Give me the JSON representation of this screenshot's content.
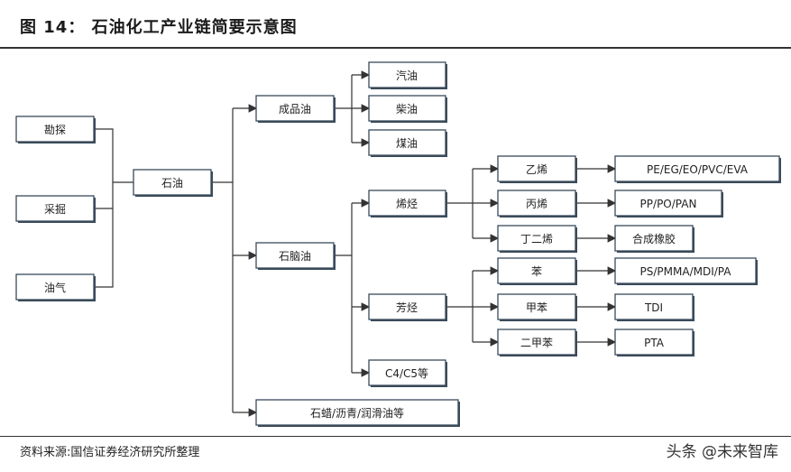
{
  "title": "图 14： 石油化工产业链简要示意图",
  "source": "资料来源:国信证券经济研究所整理",
  "watermark": "头条 @未来智库",
  "nodes": {
    "kantan": "勘探",
    "caijue": "采掘",
    "youqi": "油气",
    "shiyou": "石油",
    "chengpinyou": "成品油",
    "qiyou": "汽油",
    "chaiyou": "柴油",
    "meiyou": "煤油",
    "shinaoyou": "石脑油",
    "xiting": "烯烃",
    "fangting": "芳烃",
    "c4c5": "C4/C5等",
    "shila": "石蜡/沥青/润滑油等",
    "yixi": "乙烯",
    "bingxi": "丙烯",
    "dingerxi": "丁二烯",
    "ben": "苯",
    "jiaben": "甲苯",
    "erjiaben": "二甲苯",
    "pe": "PE/EG/EO/PVC/EVA",
    "pp": "PP/PO/PAN",
    "hecheng": "合成橡胶",
    "ps": "PS/PMMA/MDI/PA",
    "tdi": "TDI",
    "pta": "PTA"
  }
}
